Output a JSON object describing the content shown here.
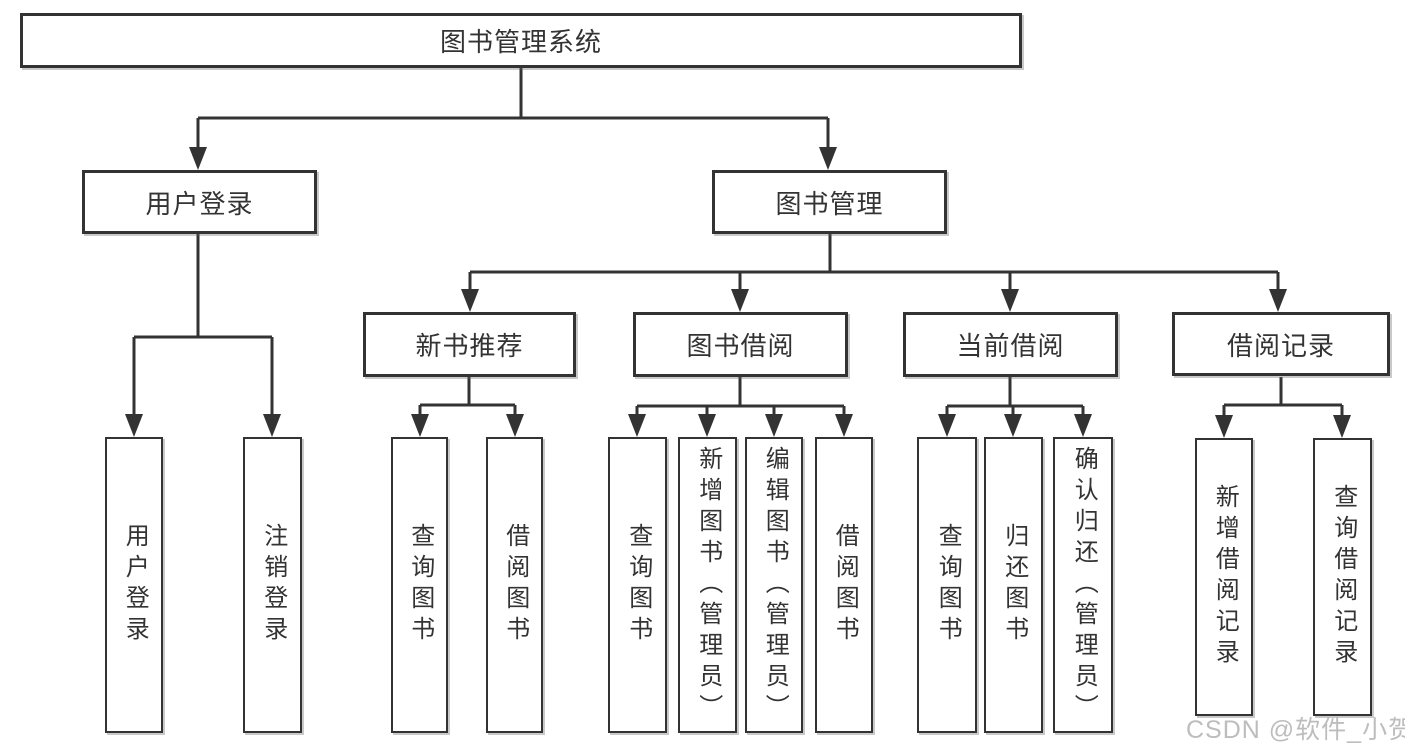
{
  "diagram_title": "图书管理系统",
  "tree": {
    "root": "图书管理系统",
    "branches": [
      {
        "label": "用户登录",
        "children": [
          "用户登录",
          "注销登录"
        ]
      },
      {
        "label": "图书管理",
        "sections": [
          {
            "label": "新书推荐",
            "children": [
              "查询图书",
              "借阅图书"
            ]
          },
          {
            "label": "图书借阅",
            "children": [
              "查询图书",
              "新增图书（管理员）",
              "编辑图书（管理员）",
              "借阅图书"
            ]
          },
          {
            "label": "当前借阅",
            "children": [
              "查询图书",
              "归还图书",
              "确认归还（管理员）"
            ]
          },
          {
            "label": "借阅记录",
            "children": [
              "新增借阅记录",
              "查询借阅记录"
            ]
          }
        ]
      }
    ]
  },
  "watermark": "CSDN @软件_小贺同学",
  "colors": {
    "line": "#333333",
    "text": "#333333",
    "canvas_background": "#ffffff",
    "watermark": "#b2b2b2"
  }
}
